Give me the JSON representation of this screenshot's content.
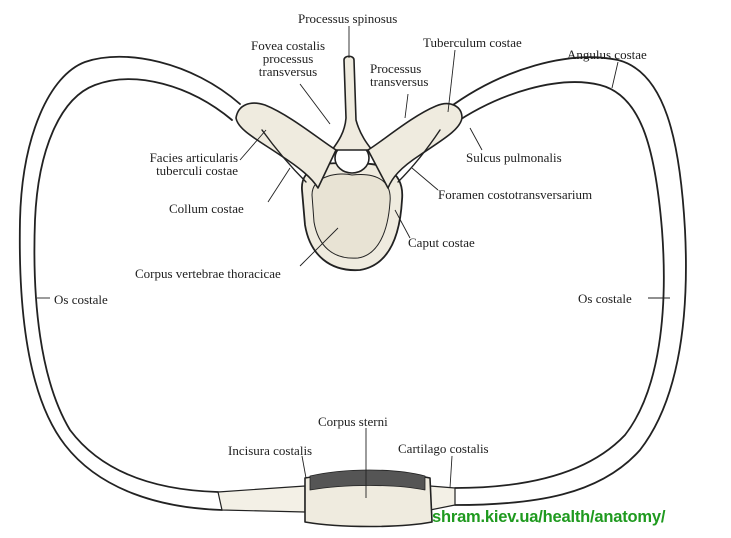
{
  "labels": {
    "processus_spinosus": "Processus spinosus",
    "fovea_costalis": [
      "Fovea costalis",
      "processus",
      "transversus"
    ],
    "tuberculum_costae": "Tuberculum costae",
    "processus_transversus": [
      "Processus",
      "transversus"
    ],
    "angulus_costae": "Angulus costae",
    "facies_articularis": [
      "Facies articularis",
      "tuberculi costae"
    ],
    "sulcus_pulmonalis": "Sulcus pulmonalis",
    "foramen_costotransversarium": "Foramen costotransversarium",
    "collum_costae": "Collum costae",
    "caput_costae": "Caput costae",
    "corpus_vertebrae_thoracicae": "Corpus vertebrae thoracicae",
    "os_costale_left": "Os costale",
    "os_costale_right": "Os costale",
    "corpus_sterni": "Corpus sterni",
    "incisura_costalis": "Incisura costalis",
    "cartilago_costalis": "Cartilago costalis"
  },
  "watermark": "shram.kiev.ua/health/anatomy/",
  "colors": {
    "ink": "#1e1e1e",
    "bone": "#efebdf",
    "watermark": "#1f9a1f"
  }
}
